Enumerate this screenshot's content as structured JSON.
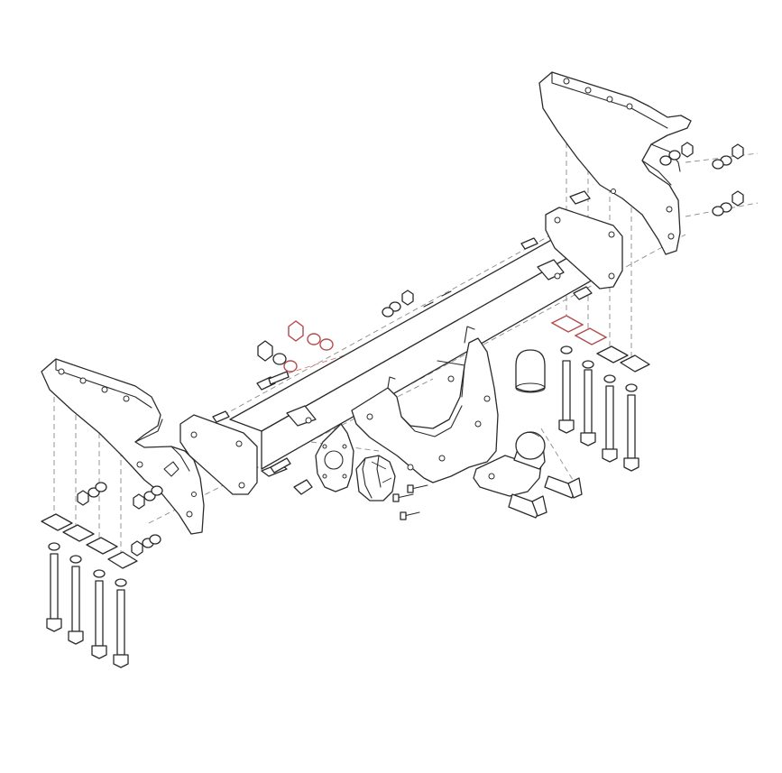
{
  "diagram": {
    "kind": "exploded-assembly",
    "subject": "tow bar",
    "colors": {
      "line": "#2b2b2b",
      "dash": "#8a8a8a",
      "highlight": "#b24b4b",
      "background": "#ffffff"
    },
    "components": [
      "right-mounting-bracket",
      "left-mounting-bracket",
      "main-crossbar",
      "center-drop-plate",
      "tow-ball",
      "tow-ball-cover",
      "electrical-socket",
      "socket-mounting-plate",
      "spacer-plates",
      "long-bolts",
      "nuts",
      "washers",
      "short-bolts",
      "small-screws"
    ]
  }
}
